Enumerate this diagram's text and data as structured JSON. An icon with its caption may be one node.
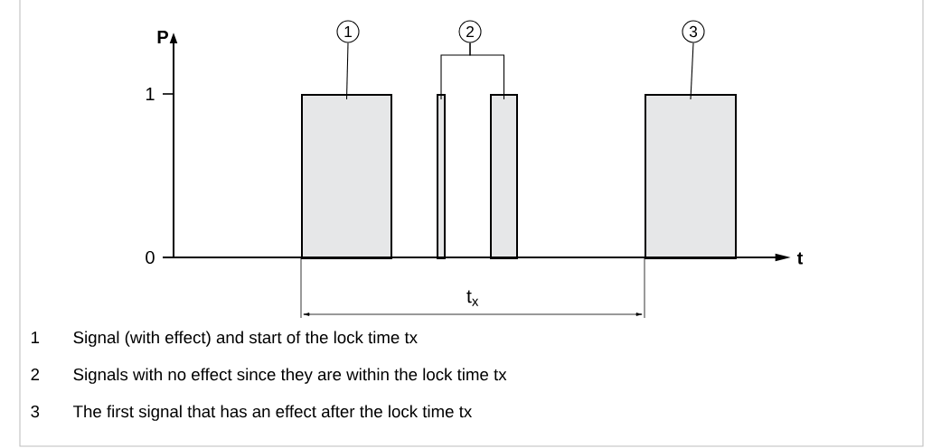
{
  "diagram": {
    "nodes": [
      {
        "text": [
          "1"
        ]
      },
      {
        "text": [
          "2"
        ]
      },
      {
        "text": [
          "3"
        ]
      },
      {
        "text": [],
        "shape": "bar"
      },
      {
        "text": [],
        "shape": "bar"
      },
      {
        "text": [],
        "shape": "bar"
      },
      {
        "text": [],
        "shape": "bar"
      }
    ],
    "edges": [
      {
        "from": 0,
        "to": 3,
        "arrow": "none"
      },
      {
        "from": 1,
        "to": 4,
        "arrow": "none"
      },
      {
        "from": 1,
        "to": 5,
        "arrow": "none"
      },
      {
        "from": 2,
        "to": 6,
        "arrow": "none"
      }
    ],
    "labels": [
      "P",
      "1",
      "0",
      "t",
      "t$_{x}$",
      "1",
      "Signal (with effect) and start of the lock time tx",
      "2",
      "Signals with no effect since they are within the lock time tx",
      "3",
      "The first signal that has an effect after the lock time tx"
    ]
  }
}
